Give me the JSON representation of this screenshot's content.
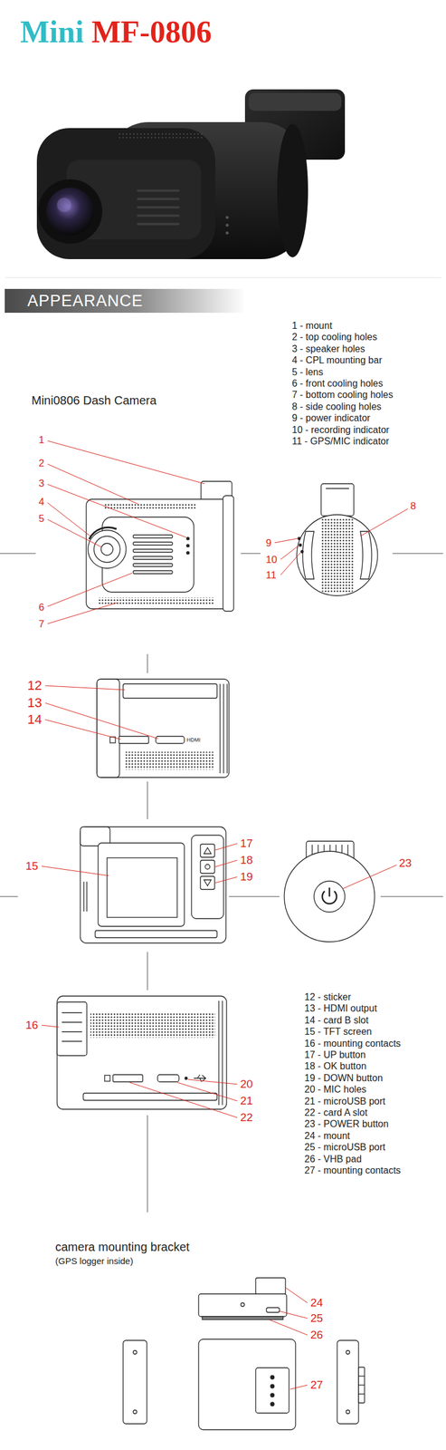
{
  "diagram": {
    "title": "Mini MF-0806",
    "nodes": [
      {
        "text": [
          "APPEARANCE"
        ]
      }
    ],
    "labels": [
      "1 - mount",
      "2 - top cooling holes",
      "3 - speaker holes",
      "4 - CPL mounting bar",
      "5 - lens",
      "6 - front cooling holes",
      "7 - bottom cooling holes",
      "8 - side cooling holes",
      "9 - power indicator",
      "10 - recording indicator",
      "11 - GPS/MIC indicator",
      "Mini0806 Dash Camera",
      "1",
      "2",
      "3",
      "4",
      "5",
      "6",
      "7",
      "8",
      "9",
      "10",
      "11",
      "12",
      "13",
      "14",
      "HDMI",
      "15",
      "17",
      "18",
      "19",
      "23",
      "16",
      "20",
      "21",
      "22",
      "12 - sticker",
      "13 - HDMI output",
      "14 - card B slot",
      "15 - TFT screen",
      "16 - mounting contacts",
      "17 - UP button",
      "18 - OK button",
      "19 - DOWN button",
      "20 - MIC holes",
      "21 - microUSB port",
      "22 - card A slot",
      "23 - POWER button",
      "24 - mount",
      "25 - microUSB port",
      "26 - VHB pad",
      "27 - mounting contacts",
      "camera mounting bracket",
      "(GPS logger inside)",
      "24",
      "25",
      "26",
      "27"
    ]
  }
}
